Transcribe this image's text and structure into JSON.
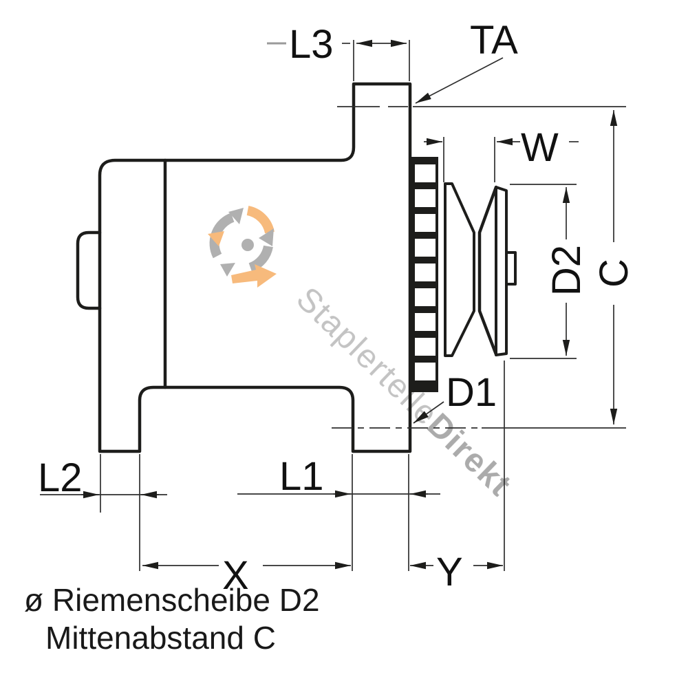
{
  "drawing": {
    "kind": "alternator-dimension-drawing",
    "labels": {
      "l3": "L3",
      "ta": "TA",
      "w": "W",
      "d2": "D2",
      "c": "C",
      "d1": "D1",
      "l2": "L2",
      "l1": "L1",
      "x": "X",
      "y": "Y"
    },
    "caption": {
      "line1": "ø Riemenscheibe D2",
      "line2": "Mittenabstand C"
    }
  },
  "watermark": {
    "brand_part1": "Staplerteile",
    "brand_part2": "Direkt"
  },
  "colors": {
    "outline": "#1d1d1b",
    "dimension_line": "#2e2e2e",
    "label_text": "#111111",
    "background": "#ffffff",
    "leader_dash_gray": "#9a9a9a",
    "watermark_text": "#b5b5b5",
    "watermark_text_bold": "#969696",
    "logo_orange": "#f5a95c",
    "logo_gray": "#9d9d9d"
  }
}
